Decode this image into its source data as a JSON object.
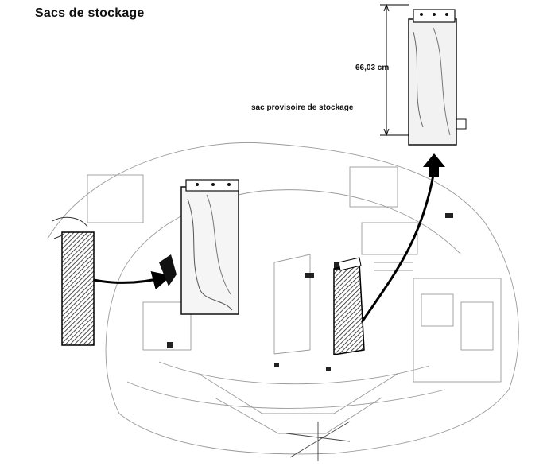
{
  "title": "Sacs de stockage",
  "labels": {
    "height_dimension": "66,03 cm",
    "temporary_bag": "sac provisoire de stockage"
  }
}
